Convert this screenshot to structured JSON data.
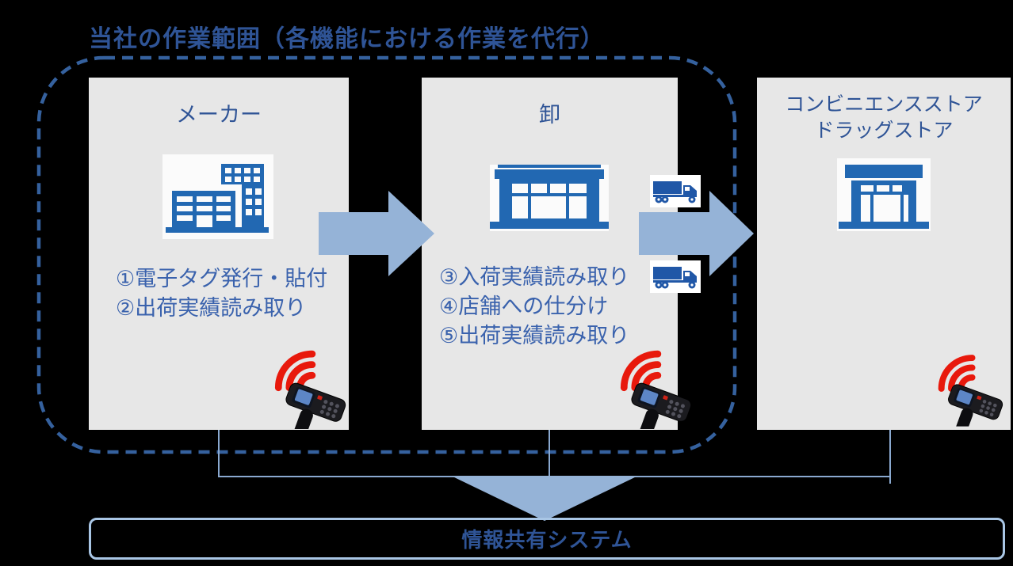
{
  "title": "当社の作業範囲（各機能における作業を代行）",
  "stages": [
    {
      "name": "manufacturer",
      "title_lines": [
        "メーカー"
      ],
      "items": [
        "①電子タグ発行・貼付",
        "②出荷実績読み取り"
      ],
      "icon": "factory-icon",
      "device": "rfid-handheld-scanner-icon"
    },
    {
      "name": "wholesaler",
      "title_lines": [
        "卸"
      ],
      "items": [
        "③入荷実績読み取り",
        "④店舗への仕分け",
        "⑤出荷実績読み取り"
      ],
      "icon": "warehouse-icon",
      "device": "rfid-handheld-scanner-icon"
    },
    {
      "name": "retail",
      "title_lines": [
        "コンビニエンスストア",
        "ドラッグストア"
      ],
      "items": [],
      "icon": "storefront-icon",
      "device": "rfid-handheld-scanner-icon"
    }
  ],
  "flow": {
    "arrow_1": "manufacturer-to-wholesaler",
    "arrow_2": "wholesaler-to-retail",
    "trucks": [
      "delivery-truck-icon",
      "delivery-truck-icon"
    ],
    "down_arrow": "stages-to-system"
  },
  "bottom_box": {
    "label": "情報共有システム"
  },
  "colors": {
    "background": "#000000",
    "stage_panel_gray": "#e7e7e7",
    "heading_blue": "#2f5496",
    "item_text_blue": "#3a62ad",
    "building_icon_blue": "#2268b2",
    "flow_arrow_blue": "#95b3d7",
    "dashed_border_blue": "#35619e",
    "connector_line_blue": "#8aa9d0",
    "bottom_box_border_blue": "#a9c6e5",
    "truck_blue": "#2057a7",
    "rfid_signal_red": "#e8190c"
  }
}
